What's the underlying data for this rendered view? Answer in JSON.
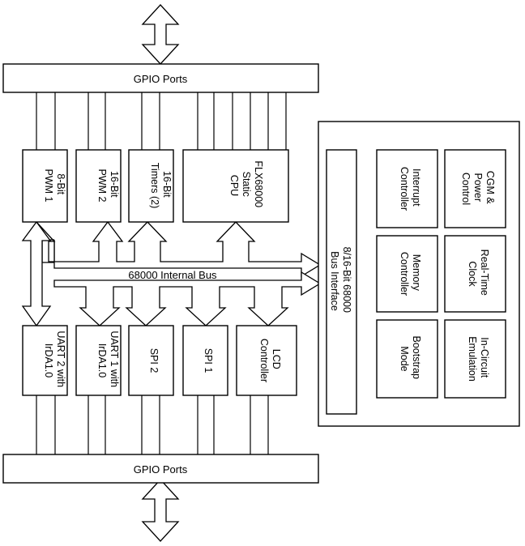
{
  "top_bus": {
    "label": "GPIO Ports"
  },
  "bottom_bus": {
    "label": "GPIO Ports"
  },
  "internal_bus": {
    "label": "68000 Internal Bus"
  },
  "blocks": {
    "pwm1": [
      "8-Bit",
      "PWM 1"
    ],
    "pwm2": [
      "16-Bit",
      "PWM 2"
    ],
    "timers": [
      "16-Bit",
      "Timers (2)"
    ],
    "cpu": [
      "FLX68000",
      "Static",
      "CPU"
    ],
    "uart2": [
      "UART 2 with",
      "IrDA1.0"
    ],
    "uart1": [
      "UART 1 with",
      "IrDA1.0"
    ],
    "spi2": [
      "SPI 2"
    ],
    "spi1": [
      "SPI 1"
    ],
    "lcd": [
      "LCD",
      "Controller"
    ]
  },
  "system": {
    "bus_interface": [
      "8/16-Bit 68000",
      "Bus Interface"
    ],
    "interrupt": [
      "Interrupt",
      "Controller"
    ],
    "cgm": [
      "CGM &",
      "Power",
      "Control"
    ],
    "memory": [
      "Memory",
      "Controller"
    ],
    "rtc": [
      "Real-Time",
      "Clock"
    ],
    "bootstrap": [
      "Bootstrap",
      "Mode"
    ],
    "ice": [
      "In-Circuit",
      "Emulation"
    ]
  }
}
